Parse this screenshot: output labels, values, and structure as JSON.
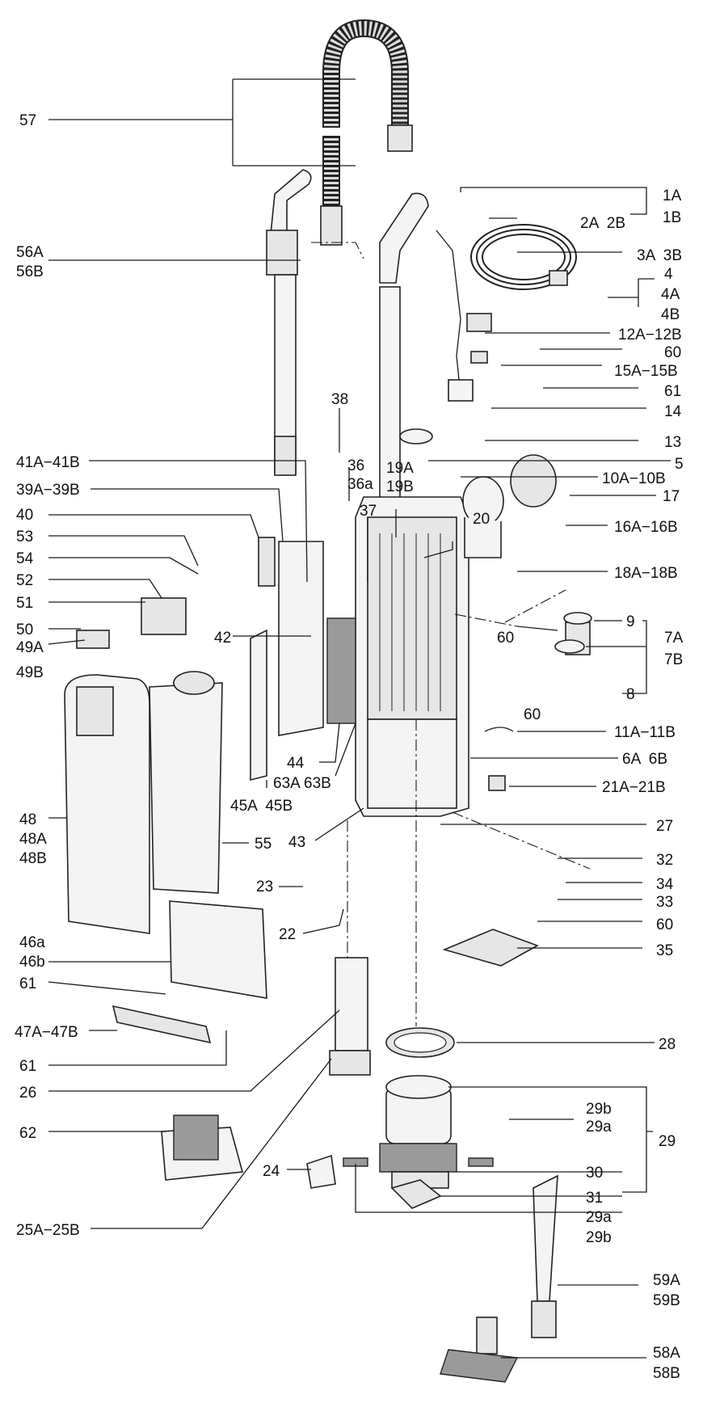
{
  "labels": {
    "p57": "57",
    "p56a": "56A",
    "p56b": "56B",
    "p1a": "1A",
    "p1b": "1B",
    "p2a2b": "2A  2B",
    "p3a3b": "3A  3B",
    "p4": "4",
    "p4a": "4A",
    "p4b": "4B",
    "p12": "12A−12B",
    "p60a": "60",
    "p15": "15A−15B",
    "p61a": "61",
    "p14": "14",
    "p13": "13",
    "p5": "5",
    "p10": "10A−10B",
    "p17": "17",
    "p16": "16A−16B",
    "p18": "18A−18B",
    "p9": "9",
    "p7a": "7A",
    "p7b": "7B",
    "p60b": "60",
    "p8": "8",
    "p60c": "60",
    "p11": "11A−11B",
    "p6": "6A  6B",
    "p21": "21A−21B",
    "p27": "27",
    "p32": "32",
    "p34": "34",
    "p33": "33",
    "p60d": "60",
    "p35": "35",
    "p28": "28",
    "p29b_top": "29b",
    "p29a_top": "29a",
    "p29": "29",
    "p30": "30",
    "p31": "31",
    "p29a_bot": "29a",
    "p29b_bot": "29b",
    "p59a": "59A",
    "p59b": "59B",
    "p58a": "58A",
    "p58b": "58B",
    "p38": "38",
    "p36": "36",
    "p36a": "36a",
    "p19a": "19A",
    "p19b": "19B",
    "p37": "37",
    "p20": "20",
    "p41": "41A−41B",
    "p39": "39A−39B",
    "p40": "40",
    "p53": "53",
    "p54": "54",
    "p52": "52",
    "p51": "51",
    "p50": "50",
    "p49a": "49A",
    "p49b": "49B",
    "p42": "42",
    "p44": "44",
    "p63": "63A 63B",
    "p45": "45A  45B",
    "p43": "43",
    "p48": "48",
    "p48a": "48A",
    "p48b": "48B",
    "p55": "55",
    "p23": "23",
    "p22": "22",
    "p46a": "46a",
    "p46b": "46b",
    "p61b": "61",
    "p47": "47A−47B",
    "p61c": "61",
    "p26": "26",
    "p62": "62",
    "p24": "24",
    "p25": "25A−25B"
  },
  "colors": {
    "line": "#1a1a1a",
    "part_fill": "#e6e6e6",
    "part_dark": "#9a9a9a"
  }
}
